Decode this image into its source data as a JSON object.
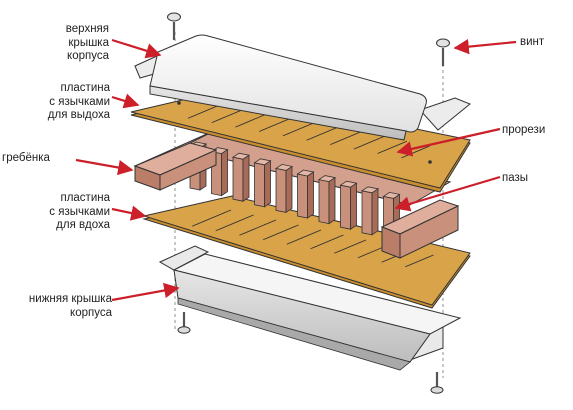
{
  "labels": {
    "top_cover": [
      "верхняя",
      "крышка",
      "корпуса"
    ],
    "exhale_plate": [
      "пластина",
      "с язычками",
      "для выдоха"
    ],
    "comb": "гребёнка",
    "inhale_plate": [
      "пластина",
      "с язычками",
      "для вдоха"
    ],
    "bottom_cover": [
      "нижняя крышка",
      "корпуса"
    ],
    "screw": "винт",
    "slots": "прорези",
    "grooves": "пазы"
  },
  "colors": {
    "arrow": "#cc1f2a",
    "reed_plate": "#d9a349",
    "comb_wood": "#c9907b",
    "cover": "#f2f2f2",
    "outline": "#333333"
  }
}
